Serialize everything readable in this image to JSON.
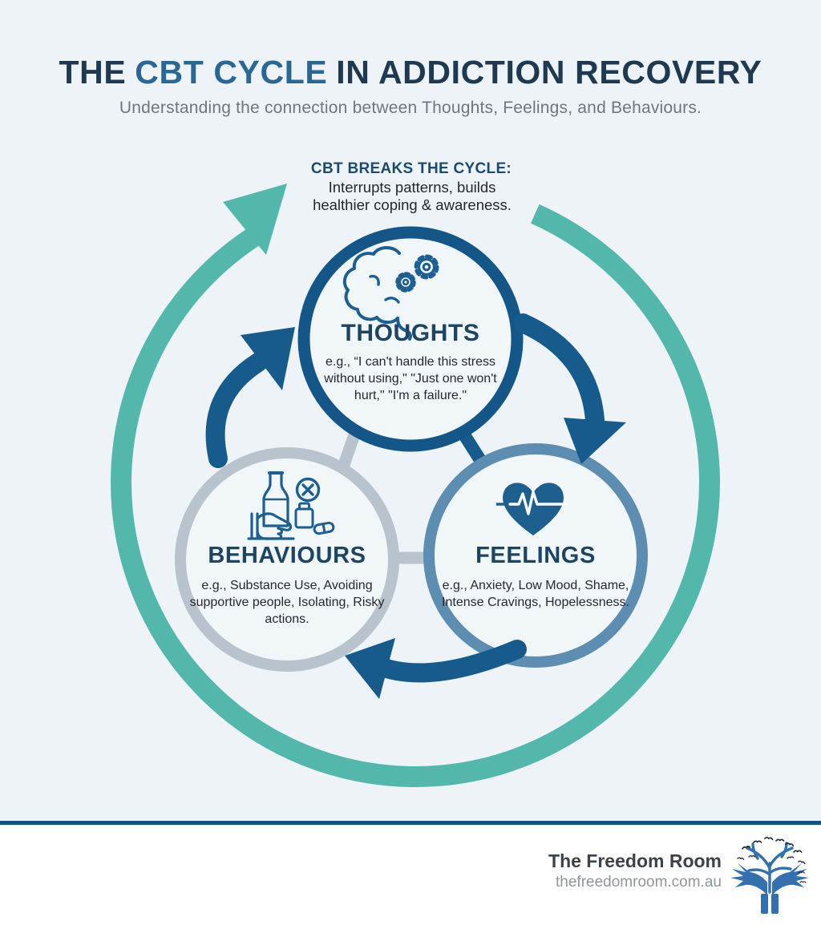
{
  "header": {
    "title_pre": "THE",
    "title_accent": "CBT CYCLE",
    "title_post": "IN ADDICTION RECOVERY",
    "subtitle": "Understanding the connection between Thoughts, Feelings, and Behaviours."
  },
  "callout": {
    "heading": "CBT BREAKS THE CYCLE:",
    "body": "Interrupts patterns, builds healthier coping & awareness."
  },
  "nodes": {
    "thoughts": {
      "label": "THOUGHTS",
      "examples": "e.g., “I can't handle this stress without using,\" \"Just one won't hurt,\" \"I'm a failure.\"",
      "icon": "brain-gears-icon",
      "ring_color": "#145687"
    },
    "behaviours": {
      "label": "BEHAVIOURS",
      "examples": "e.g., Substance Use, Avoiding supportive people, Isolating, Risky actions.",
      "icon": "substance-refusal-icon",
      "ring_color": "#b9c3cd"
    },
    "feelings": {
      "label": "FEELINGS",
      "examples": "e.g., Anxiety, Low Mood, Shame, Intense Cravings, Hopelessness.",
      "icon": "heart-pulse-icon",
      "ring_color": "#5e8db2"
    }
  },
  "cycle": {
    "direction": "clockwise",
    "sequence": [
      "Thoughts",
      "Feelings",
      "Behaviours"
    ],
    "outer_ring_color": "#54b7ac",
    "inner_arrow_color": "#175a8c"
  },
  "footer": {
    "brand": "The Freedom Room",
    "website": "thefreedomroom.com.au",
    "logo": "hands-tree-birds-logo"
  },
  "palette": {
    "background": "#edf3f6",
    "circle_fill": "#f1f6f9",
    "title_navy": "#1f3a50",
    "title_accent_blue": "#2b6795",
    "label_navy": "#1e4463",
    "body_text": "#26292d",
    "subtitle_gray": "#70767c",
    "divider_navy": "#155180",
    "icon_stroke_blue": "#1d5f92",
    "logo_blue": "#3470ae"
  }
}
